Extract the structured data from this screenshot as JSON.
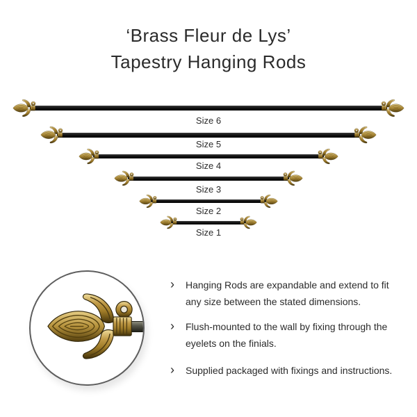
{
  "title": {
    "line1": "‘Brass Fleur de Lys’",
    "line2": "Tapestry Hanging Rods"
  },
  "rods": [
    {
      "label": "Size 6"
    },
    {
      "label": "Size 5"
    },
    {
      "label": "Size 4"
    },
    {
      "label": "Size 3"
    },
    {
      "label": "Size 2"
    },
    {
      "label": "Size 1"
    }
  ],
  "detail_circle": {
    "icon": "fleur-de-lis-finial"
  },
  "bullets": [
    {
      "marker": "›",
      "lines": [
        "Hanging Rods are expandable and extend to fit",
        "any size between the stated dimensions."
      ]
    },
    {
      "marker": "›",
      "lines": [
        "Flush-mounted to the wall by fixing through the",
        "eyelets on the finials."
      ]
    },
    {
      "marker": "›",
      "lines": [
        "Supplied packaged with fixings and instructions."
      ]
    }
  ],
  "colors": {
    "background": "#ffffff",
    "text": "#2b2b2b",
    "rod_black": "#131313",
    "brass_hi": "#f0dd9b",
    "brass": "#c09a47",
    "brass_dk": "#6e5518",
    "brass_edge": "#32270b",
    "circle_ring": "#5d5d5d"
  }
}
